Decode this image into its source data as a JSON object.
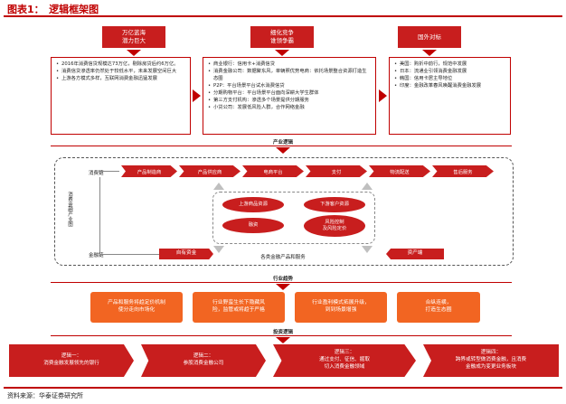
{
  "title": "图表1：　逻辑框架图",
  "top_headers": [
    "万亿蓝海\n潜力巨大",
    "细化竞争\n谁领争霸",
    "国外对标"
  ],
  "col1_items": [
    "2016年消费信贷规模达73万亿，剔除房贷后约6万亿。",
    "消费信贷渗透率仍然处于较低水平，未来发展空间巨大",
    "上游各方模式多样，互联网消费金融迅猛发展"
  ],
  "col2_items": [
    "商业银行：信用卡+消费信贷",
    "消费金融公司：数据聚东风，单辆照优势电商：依托场景整合资源打造生态圈",
    "P2P：平台场景平台试水消费信贷",
    "分期购物平台：平台场景平台面向深耕大学生群体",
    "第三方支付机构：渗透多个场景提供分期服务",
    "小贷公司：发展低风险人群，合作网络金融"
  ],
  "col3_items": [
    "美国：购折中前行，规范中发展",
    "日本：流通业引领消费金融发展",
    "韩国：信用卡居主导地位",
    "印度：金融改革春风唤醒消费金融发展"
  ],
  "labels": {
    "industry_logic": "产业逻辑",
    "consumer_chain": "消费链",
    "finance_chain": "金融链",
    "consumer_finance_industry": "消费金融产业图",
    "self_capital": "自有资金",
    "industry_products": "各类金融产品和服务",
    "assets": "资产端",
    "industry_trend": "行业趋势",
    "investment_logic": "投资逻辑"
  },
  "chain_items": [
    "产品制造商",
    "产品供应商",
    "电商平台",
    "支付",
    "物流配送",
    "售后服务"
  ],
  "ovals": [
    "上游商品资源",
    "下游客户资源",
    "融资",
    "风险控制\n及风险定价"
  ],
  "trends": [
    "产品和服务将趋定价机制\n使分走向市场化",
    "行业野蛮生长下隐藏风\n险，监管或将趋于严格",
    "行业盈利模式拓展升级，\n到到场景增强",
    "合纵连横，\n打造生态圈"
  ],
  "logic": [
    "逻辑一：\n消费金融发展领先的银行",
    "逻辑二：\n参股消费金融公司",
    "逻辑三：\n通过支付、征信、掘取\n切入消费金融领域",
    "逻辑四：\n跨界或转型做消费金融，且消费\n金融成为变更业务板块"
  ],
  "source": "资料来源：华泰证券研究所"
}
